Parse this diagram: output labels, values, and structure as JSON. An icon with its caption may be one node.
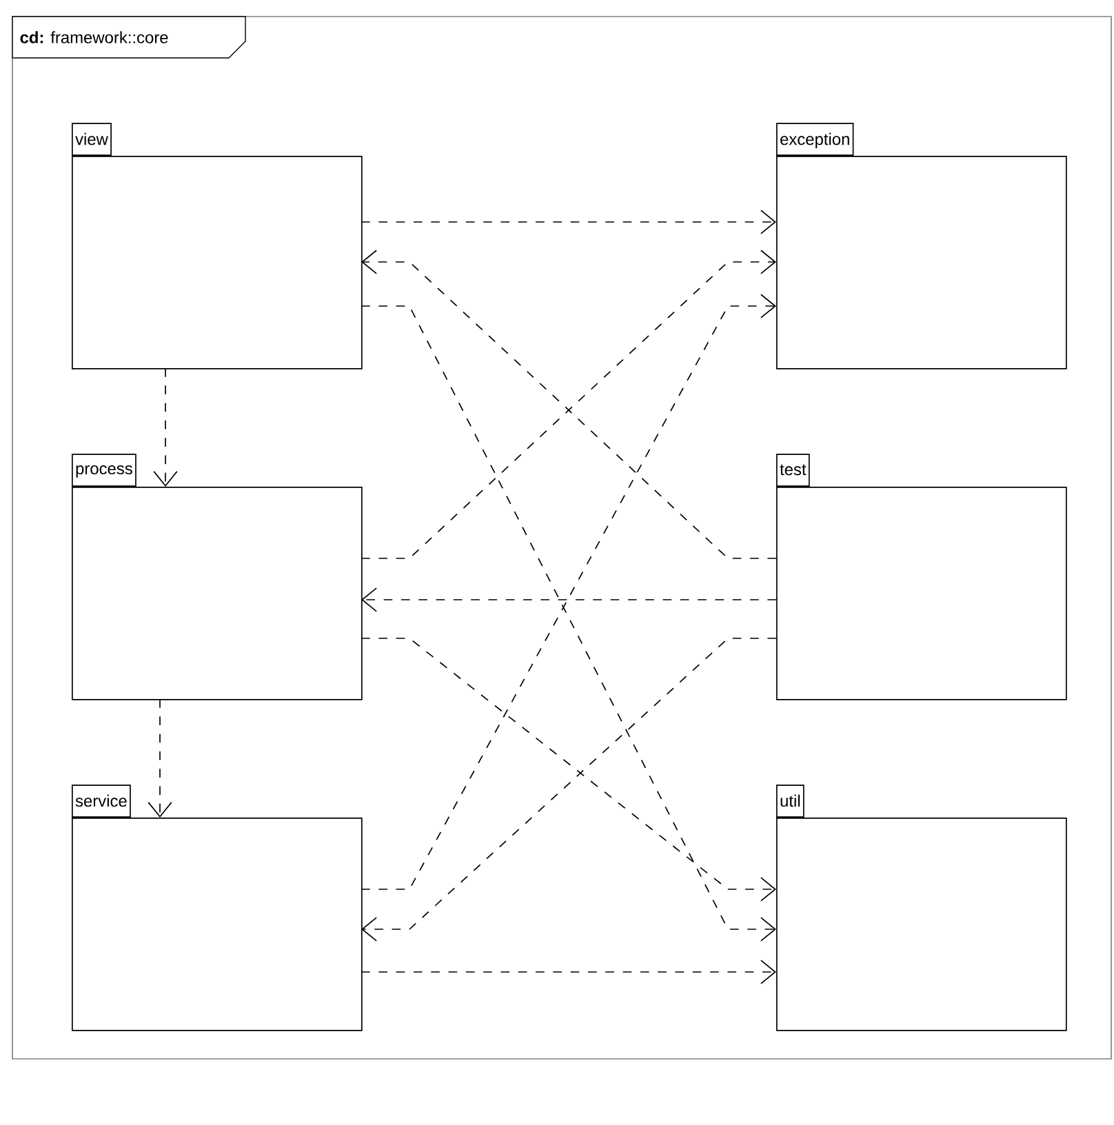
{
  "diagram": {
    "title": "**cd:** framework::core",
    "nodes": [
      {
        "text": [
          "view"
        ]
      },
      {
        "text": [
          "exception"
        ]
      },
      {
        "text": [
          "process"
        ]
      },
      {
        "text": [
          "test"
        ]
      },
      {
        "text": [
          "service"
        ]
      },
      {
        "text": [
          "util"
        ]
      }
    ],
    "edges": [
      {
        "from": 0,
        "to": 1,
        "arrow": "to"
      },
      {
        "from": 3,
        "to": 0,
        "arrow": "to"
      },
      {
        "from": 0,
        "to": 5,
        "arrow": "to"
      },
      {
        "from": 0,
        "to": 2,
        "arrow": "to"
      },
      {
        "from": 2,
        "to": 1,
        "arrow": "to"
      },
      {
        "from": 3,
        "to": 2,
        "arrow": "to"
      },
      {
        "from": 2,
        "to": 5,
        "arrow": "to"
      },
      {
        "from": 2,
        "to": 4,
        "arrow": "to"
      },
      {
        "from": 4,
        "to": 1,
        "arrow": "to"
      },
      {
        "from": 3,
        "to": 4,
        "arrow": "to"
      },
      {
        "from": 4,
        "to": 5,
        "arrow": "to"
      }
    ]
  }
}
